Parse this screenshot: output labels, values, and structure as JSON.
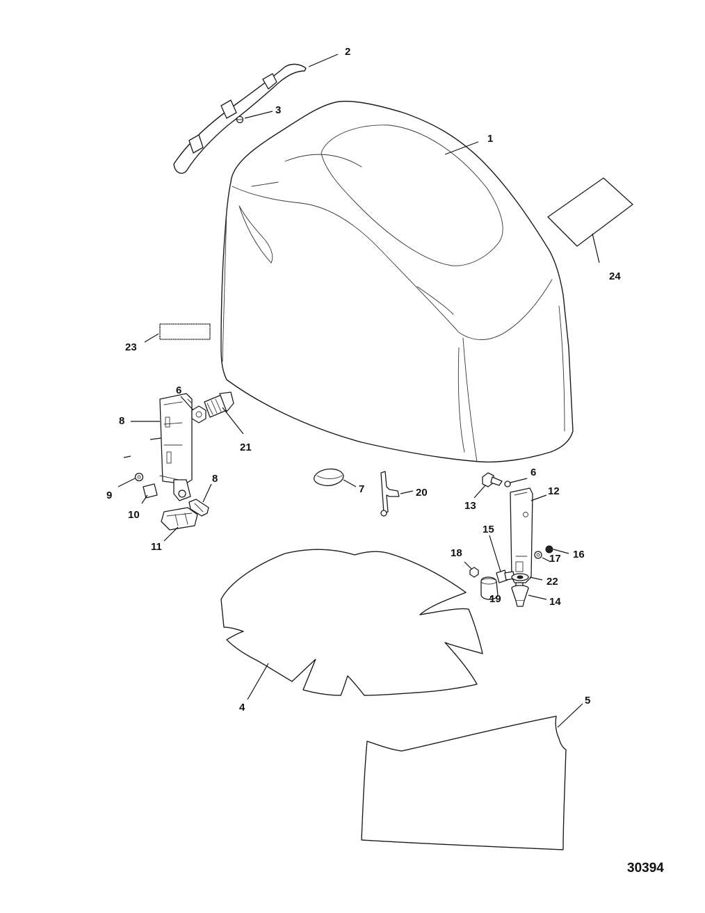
{
  "figure_number": "30394",
  "callouts": [
    "1",
    "2",
    "3",
    "4",
    "5",
    "6",
    "6",
    "7",
    "8",
    "8",
    "9",
    "10",
    "11",
    "12",
    "13",
    "14",
    "15",
    "16",
    "17",
    "18",
    "19",
    "20",
    "21",
    "22",
    "23",
    "24"
  ]
}
